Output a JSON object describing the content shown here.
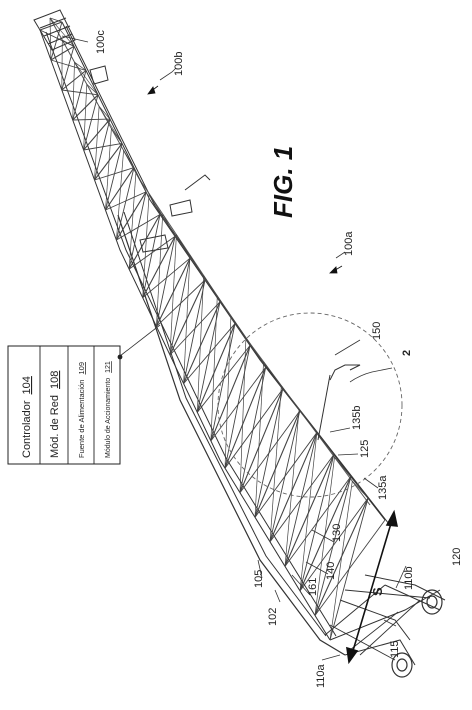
{
  "figure": {
    "title": "FIG. 1",
    "labels": {
      "l100c": "100c",
      "l100b": "100b",
      "l100a": "100a",
      "l150": "150",
      "l2": "2",
      "l135b": "135b",
      "l125": "125",
      "l135a": "135a",
      "l130": "130",
      "l140": "140",
      "l161": "161",
      "l105": "105",
      "l102": "102",
      "lS": "S",
      "l110b": "110b",
      "l110a": "110a",
      "l115": "115",
      "l120": "120"
    },
    "controller_box": {
      "rows": [
        {
          "text": "Controlador",
          "ref": "104"
        },
        {
          "text": "Mód. de Red",
          "ref": "108"
        },
        {
          "text": "Fuente de Alimentación",
          "ref": "109"
        },
        {
          "text": "Módulo de Accionamiento",
          "ref": "121"
        }
      ]
    }
  }
}
